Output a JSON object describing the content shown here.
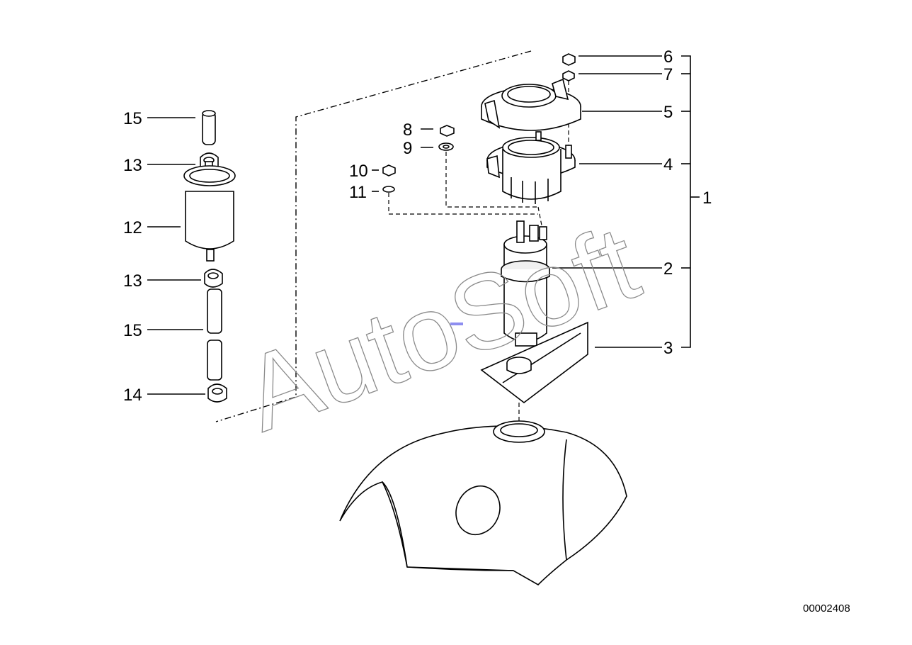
{
  "diagram": {
    "labels": {
      "p1": "1",
      "p2": "2",
      "p3": "3",
      "p4": "4",
      "p5": "5",
      "p6": "6",
      "p7": "7",
      "p8": "8",
      "p9": "9",
      "p10": "10",
      "p11": "11",
      "p12": "12",
      "p13a": "13",
      "p13b": "13",
      "p14": "14",
      "p15a": "15",
      "p15b": "15"
    },
    "watermark": "AutoSoft",
    "document_number": "00002408"
  }
}
